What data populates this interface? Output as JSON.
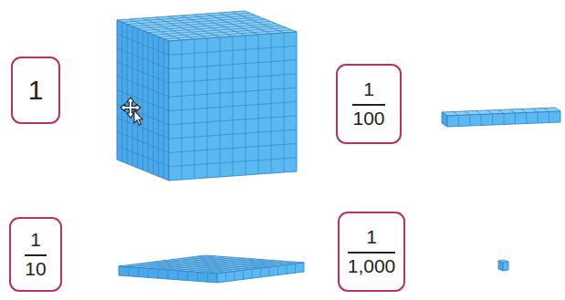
{
  "diagram": {
    "nodes": [
      {
        "text": [
          "1"
        ]
      },
      {
        "text": [
          "1",
          "100"
        ]
      },
      {
        "text": [
          "1",
          "10"
        ]
      },
      {
        "text": [
          "1",
          "1,000"
        ]
      }
    ]
  }
}
